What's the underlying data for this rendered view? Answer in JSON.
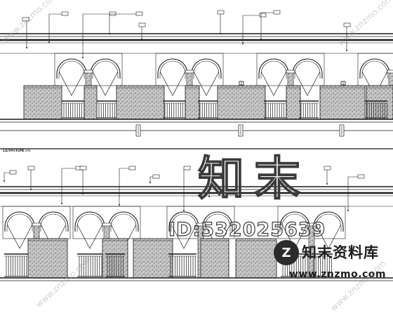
{
  "drawing": {
    "section_title": "LEVATION",
    "section_scale": "1:100",
    "upper_tag_labels": [
      "",
      "",
      "",
      "",
      "",
      "",
      ""
    ],
    "lower_tag_labels": [
      "",
      "",
      "",
      "",
      "",
      "",
      "",
      "",
      ""
    ]
  },
  "watermark": {
    "chars": "知末",
    "id": "ID:532025639",
    "logo_glyph": "Z",
    "brand_name": "知末资料库",
    "url": "www.znzmo.com",
    "diagonal": "www.znzmo.com"
  },
  "colors": {
    "line": "#1a1a1a",
    "stone": "#cfcfcf",
    "paper": "#ffffff"
  }
}
